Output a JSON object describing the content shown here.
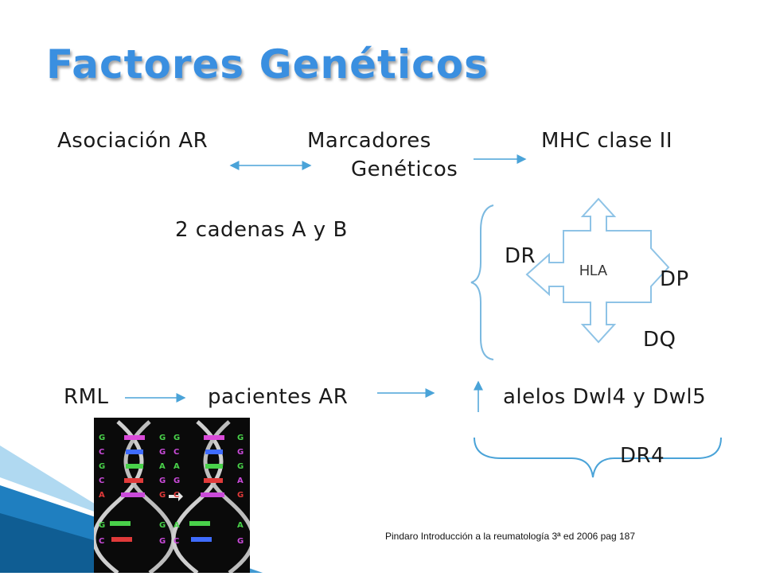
{
  "title": "Factores Genéticos",
  "nodes": {
    "asociacion": "Asociación AR",
    "marcadores_1": "Marcadores",
    "marcadores_2": "Genéticos",
    "mhc": "MHC clase II",
    "cadenas": "2 cadenas A y B",
    "dr": "DR",
    "dp": "DP",
    "dq": "DQ",
    "hla": "HLA",
    "rml": "RML",
    "pacientes": "pacientes AR",
    "alelos": "alelos Dwl4 y Dwl5",
    "dr4": "DR4"
  },
  "dna_image": {
    "left_strand": [
      "G",
      "C",
      "G",
      "C",
      "A",
      "G",
      "C"
    ],
    "left_strand_right": [
      "G",
      "G",
      "A",
      "G",
      "G",
      "G",
      "G"
    ],
    "right_strand_left": [
      "G",
      "C",
      "A",
      "G",
      "C",
      "A",
      "C"
    ],
    "right_strand": [
      "G",
      "G",
      "G",
      "A",
      "G",
      "A",
      "G"
    ]
  },
  "citation": "Pindaro Introducción a la reumatología  3ª ed 2006 pag 187",
  "colors": {
    "title": "#3a8fe0",
    "arrow": "#4aa3d8",
    "bracket": "#7bb9e0",
    "hla_shape": "#8ec3e6"
  }
}
